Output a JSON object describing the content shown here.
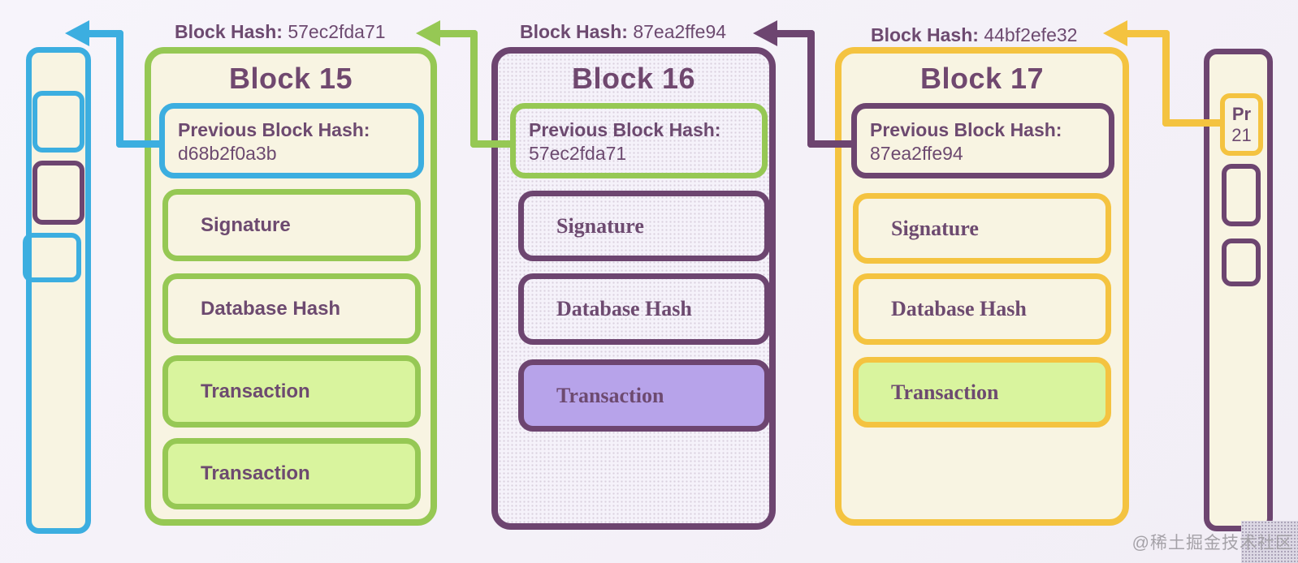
{
  "page": {
    "watermark": "@稀土掘金技术社区"
  },
  "hash_labels": [
    {
      "label": "Block Hash:",
      "value": "57ec2fda71"
    },
    {
      "label": "Block Hash:",
      "value": "87ea2ffe94"
    },
    {
      "label": "Block Hash:",
      "value": "44bf2efe32"
    }
  ],
  "blocks": {
    "block15": {
      "title": "Block 15",
      "prev_label": "Previous Block Hash:",
      "prev_value": "d68b2f0a3b",
      "fields": [
        {
          "label": "Signature"
        },
        {
          "label": "Database Hash"
        },
        {
          "label": "Transaction"
        },
        {
          "label": "Transaction"
        }
      ]
    },
    "block16": {
      "title": "Block 16",
      "prev_label": "Previous Block Hash:",
      "prev_value": "57ec2fda71",
      "fields": [
        {
          "label": "Signature"
        },
        {
          "label": "Database Hash"
        },
        {
          "label": "Transaction"
        }
      ]
    },
    "block17": {
      "title": "Block 17",
      "prev_label": "Previous Block Hash:",
      "prev_value": "87ea2ffe94",
      "fields": [
        {
          "label": "Signature"
        },
        {
          "label": "Database Hash"
        },
        {
          "label": "Transaction"
        }
      ]
    },
    "right_partial": {
      "prev_label_clipped": "Pr",
      "prev_value_clipped": "21"
    }
  },
  "colors": {
    "blue": "#3caee0",
    "green": "#96c854",
    "purple": "#6d4570",
    "yellow": "#f4c340",
    "cream": "#f8f4e2",
    "lavender": "#f5f2fa",
    "light_green": "#d9f49e",
    "light_purple": "#b7a3ea",
    "text": "#6d4a70"
  }
}
